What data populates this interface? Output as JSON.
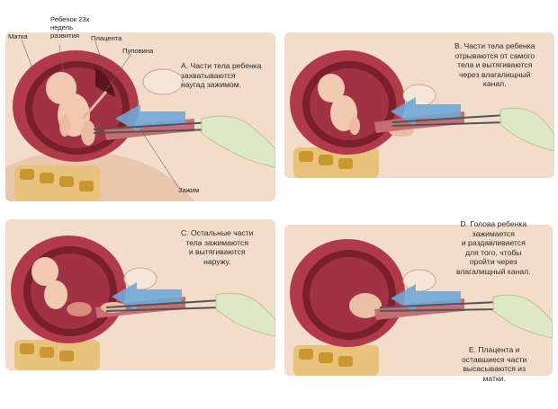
{
  "labels": {
    "uterus": "Матка",
    "fetus": "Ребенок 23х\nнедель\nразвития",
    "placenta": "Плацента",
    "umbilical_cord": "Пуповина",
    "clamp": "Зажим"
  },
  "captions": {
    "a": "A. Части тела ребенка\nзахватываются\nнаугад зажимом.",
    "b": "B. Части тела ребенка\nотрываются от самого\nтела и вытягиваются\nчерез влагалищный\nканал.",
    "c": "C. Остальные части\nтела зажимаются\nи вытягиваются\nнаружу.",
    "d": "D. Голова ребенка\nзажимается\nи раздавливается\nдля того, чтобы\nпройти через\nвлагалищный канал.",
    "e": "E. Плацента и\nоставшиеся части\nвысасываются из\nматки."
  },
  "colors": {
    "uterus_wall": "#b03a4a",
    "uterus_inner": "#7a1f2c",
    "skin": "#f3d7c2",
    "fetus": "#f1c9b0",
    "arrow": "#6fa9d8",
    "glove": "#dfe8c6",
    "spine": "#d9b26a"
  }
}
